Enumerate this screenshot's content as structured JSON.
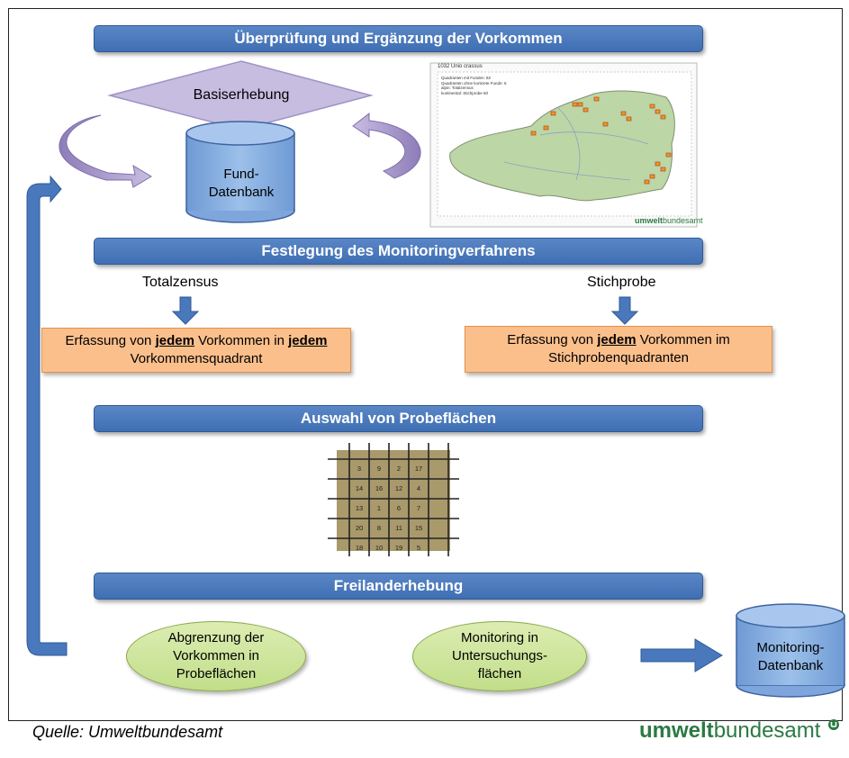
{
  "bars": {
    "top": "Überprüfung und Ergänzung der Vorkommen",
    "second": "Festlegung des Monitoringverfahrens",
    "third": "Auswahl von Probeflächen",
    "fourth": "Freilanderhebung"
  },
  "diamond": "Basiserhebung",
  "cylinders": {
    "fund": [
      "Fund-",
      "Datenbank"
    ],
    "monitoring": [
      "Monitoring-",
      "Datenbank"
    ]
  },
  "map": {
    "title": "1032 Unio crassus",
    "legend": [
      "Quadranten mit Funden: 82",
      "Quadranten ohne konkrete Funde: 6",
      "alpin: Totalzensus",
      "kontinental: Stichprobe 60"
    ],
    "logo_bold": "umwelt",
    "logo_rest": "bundesamt"
  },
  "methods": {
    "left_label": "Totalzensus",
    "right_label": "Stichprobe"
  },
  "left_box": {
    "pre": "Erfassung von ",
    "bold1": "jedem",
    "mid": " Vorkommen in ",
    "bold2": "jedem",
    "line2": "Vorkommensquadrant"
  },
  "right_box": {
    "pre": "Erfassung von ",
    "bold1": "jedem",
    "mid": " Vorkommen im",
    "line2": "Stichprobenquadranten"
  },
  "grid_numbers": [
    [
      "3",
      "9",
      "2",
      "17"
    ],
    [
      "14",
      "16",
      "12",
      "4"
    ],
    [
      "13",
      "1",
      "6",
      "7"
    ],
    [
      "20",
      "8",
      "11",
      "15"
    ],
    [
      "18",
      "10",
      "19",
      "5"
    ]
  ],
  "ellipses": {
    "left": [
      "Abgrenzung der",
      "Vorkommen in",
      "Probeflächen"
    ],
    "right": [
      "Monitoring in",
      "Untersuchungs-",
      "flächen"
    ]
  },
  "source": "Quelle: Umweltbundesamt",
  "logo": {
    "bold": "umwelt",
    "rest": "bundesamt"
  },
  "colors": {
    "bar": "#4a78bc",
    "orange_box": "#fbbf8c",
    "green_ellipse": "#cfe4a0",
    "cylinder": "#8bb3e0",
    "diamond": "#c7bde0",
    "grid_fill": "#a9996b",
    "logo_green": "#2b7a43"
  }
}
